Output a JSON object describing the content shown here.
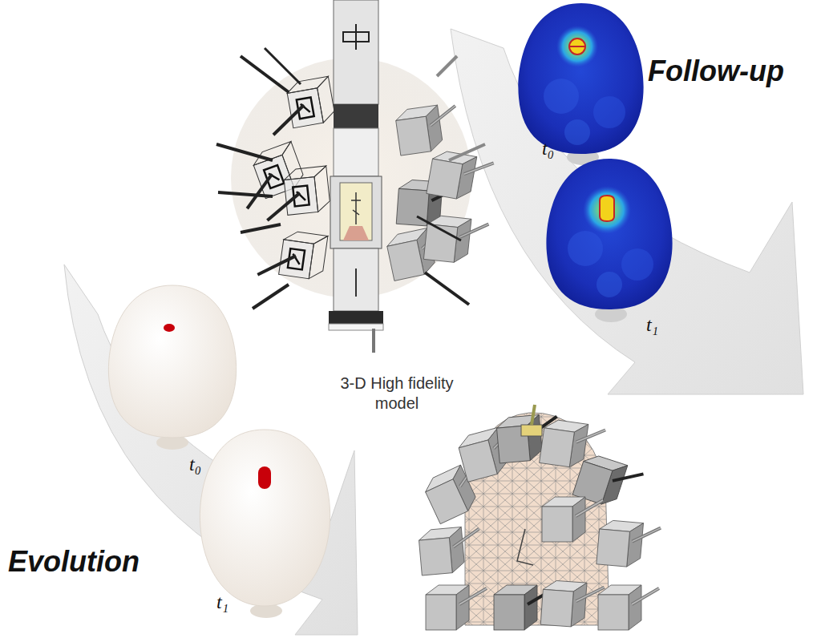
{
  "diagram": {
    "labels": [
      "Follow-up",
      "t₀",
      "t₁",
      "3-D High fidelity model",
      "t₀",
      "t₁",
      "Evolution"
    ]
  }
}
